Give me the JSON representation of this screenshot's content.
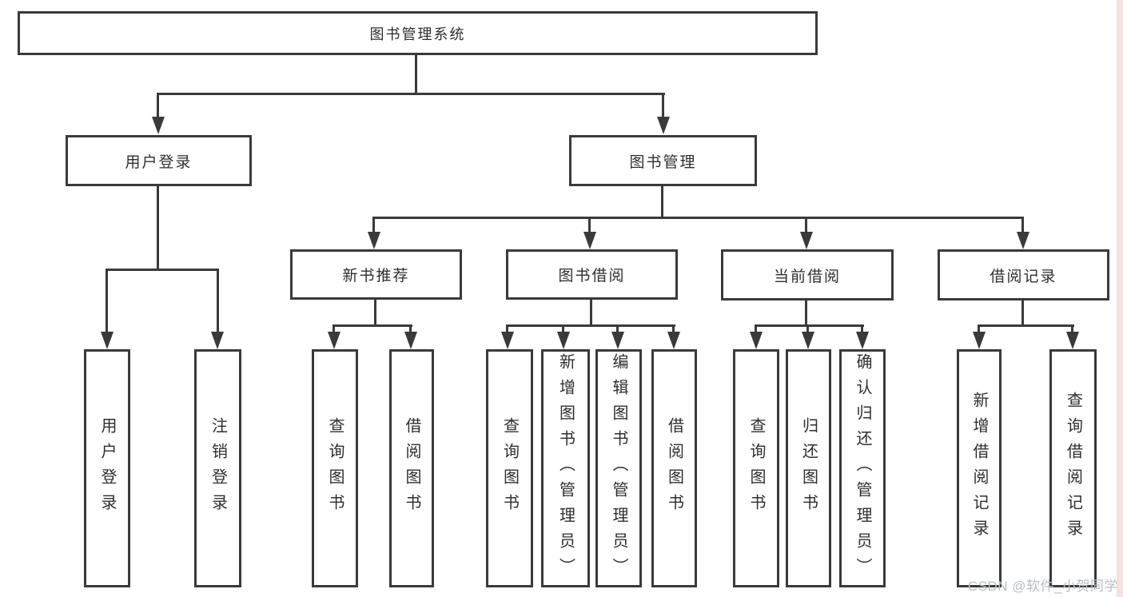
{
  "tree": {
    "label": "图书管理系统",
    "children": [
      {
        "label": "用户登录",
        "children": [
          {
            "label": "用户登录"
          },
          {
            "label": "注销登录"
          }
        ]
      },
      {
        "label": "图书管理",
        "children": [
          {
            "label": "新书推荐",
            "children": [
              {
                "label": "查询图书"
              },
              {
                "label": "借阅图书"
              }
            ]
          },
          {
            "label": "图书借阅",
            "children": [
              {
                "label": "查询图书"
              },
              {
                "label": "新增图书（管理员）"
              },
              {
                "label": "编辑图书（管理员）"
              },
              {
                "label": "借阅图书"
              }
            ]
          },
          {
            "label": "当前借阅",
            "children": [
              {
                "label": "查询图书"
              },
              {
                "label": "归还图书"
              },
              {
                "label": "确认归还（管理员）"
              }
            ]
          },
          {
            "label": "借阅记录",
            "children": [
              {
                "label": "新增借阅记录"
              },
              {
                "label": "查询借阅记录"
              }
            ]
          }
        ]
      }
    ]
  },
  "watermark": {
    "text": "CSDN @软件_小贺同学"
  },
  "colors": {
    "line": "#3a3a3a",
    "text": "#2e2e2e",
    "watermark": "#b9bec4",
    "strip": "#f7e0e0"
  }
}
